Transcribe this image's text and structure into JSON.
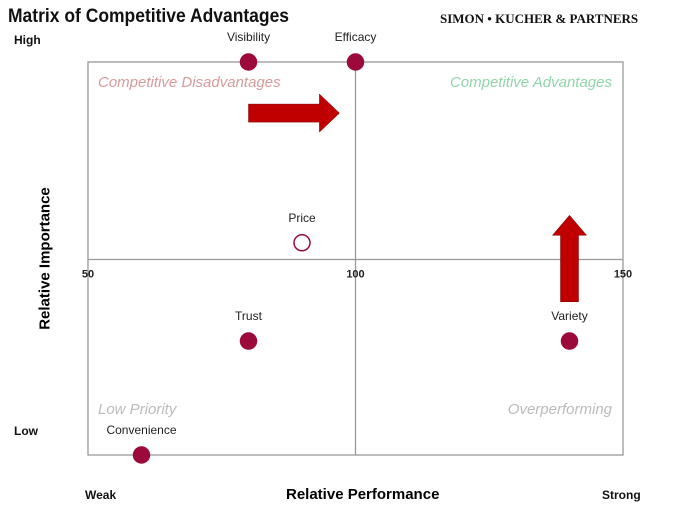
{
  "header": {
    "title": "Matrix of Competitive Advantages",
    "brand": "SIMON • KUCHER & PARTNERS"
  },
  "chart_data": {
    "type": "scatter",
    "title": "Matrix of Competitive Advantages",
    "xlabel": "Relative Performance",
    "ylabel": "Relative Importance",
    "xlim": [
      50,
      150
    ],
    "ylim": [
      0,
      100
    ],
    "x_ticks": [
      "50",
      "100",
      "150"
    ],
    "x_axis_ends": {
      "low": "Weak",
      "high": "Strong"
    },
    "y_axis_ends": {
      "low": "Low",
      "high": "High"
    },
    "quadrants": {
      "top_left": {
        "label": "Competitive Disadvantages",
        "color": "#d99a9a"
      },
      "top_right": {
        "label": "Competitive Advantages",
        "color": "#8fd6a8"
      },
      "bottom_left": {
        "label": "Low Priority",
        "color": "#bbbbbb"
      },
      "bottom_right": {
        "label": "Overperforming",
        "color": "#bbbbbb"
      }
    },
    "points": [
      {
        "label": "Visibility",
        "x": 80,
        "y": 100,
        "filled": true
      },
      {
        "label": "Efficacy",
        "x": 100,
        "y": 100,
        "filled": true
      },
      {
        "label": "Price",
        "x": 90,
        "y": 54,
        "filled": false
      },
      {
        "label": "Trust",
        "x": 80,
        "y": 29,
        "filled": true
      },
      {
        "label": "Variety",
        "x": 140,
        "y": 29,
        "filled": true
      },
      {
        "label": "Convenience",
        "x": 60,
        "y": 0,
        "filled": true
      }
    ],
    "arrows": [
      {
        "direction": "right",
        "from": [
          80,
          87
        ],
        "to": [
          97,
          87
        ]
      },
      {
        "direction": "up",
        "from": [
          140,
          39
        ],
        "to": [
          140,
          61
        ]
      }
    ],
    "colors": {
      "point": "#9b0a3a",
      "arrow": "#c00000",
      "frame": "#999999"
    }
  }
}
